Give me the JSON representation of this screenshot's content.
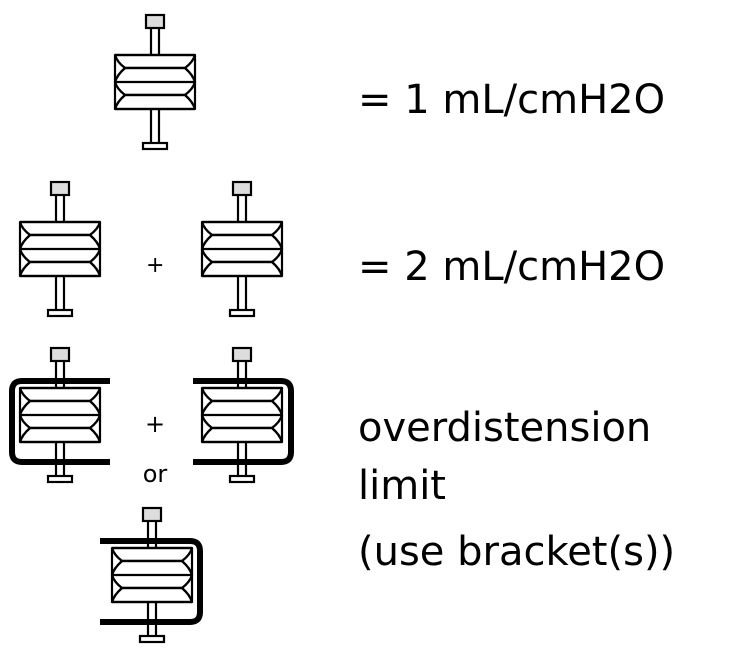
{
  "rows": [
    {
      "label_lines": [
        "= 1 mL/cmH2O"
      ]
    },
    {
      "label_lines": [
        "= 2 mL/cmH2O"
      ]
    },
    {
      "label_lines": [
        "overdistension",
        "limit",
        "(use bracket(s))"
      ]
    }
  ],
  "operators": {
    "plus": "+",
    "or": "or"
  },
  "colors": {
    "stroke": "#000000",
    "fill": "#ffffff",
    "cap_fill": "#dddddd"
  },
  "icons": {
    "spring": "bellows-spring-icon",
    "bracket": "bracket-icon"
  }
}
